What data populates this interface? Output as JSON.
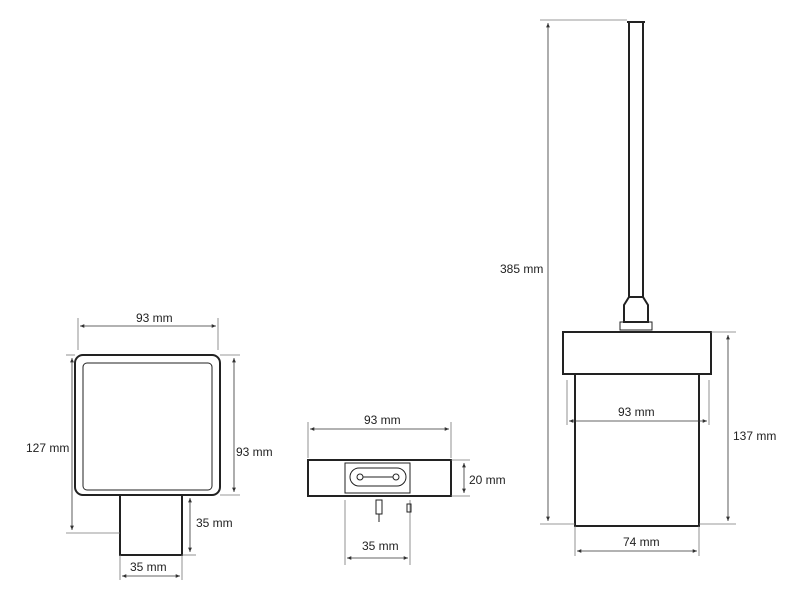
{
  "front_view": {
    "width_label": "93 mm",
    "height_label": "127 mm",
    "side_height_label": "93 mm",
    "neck_height_label": "35 mm",
    "neck_width_label": "35 mm"
  },
  "bracket_view": {
    "width_label": "93 mm",
    "height_label": "20 mm",
    "hole_spacing_label": "35 mm"
  },
  "side_view": {
    "overall_height_label": "385 mm",
    "cup_width_label": "93 mm",
    "cup_height_label": "137 mm",
    "base_width_label": "74 mm"
  }
}
